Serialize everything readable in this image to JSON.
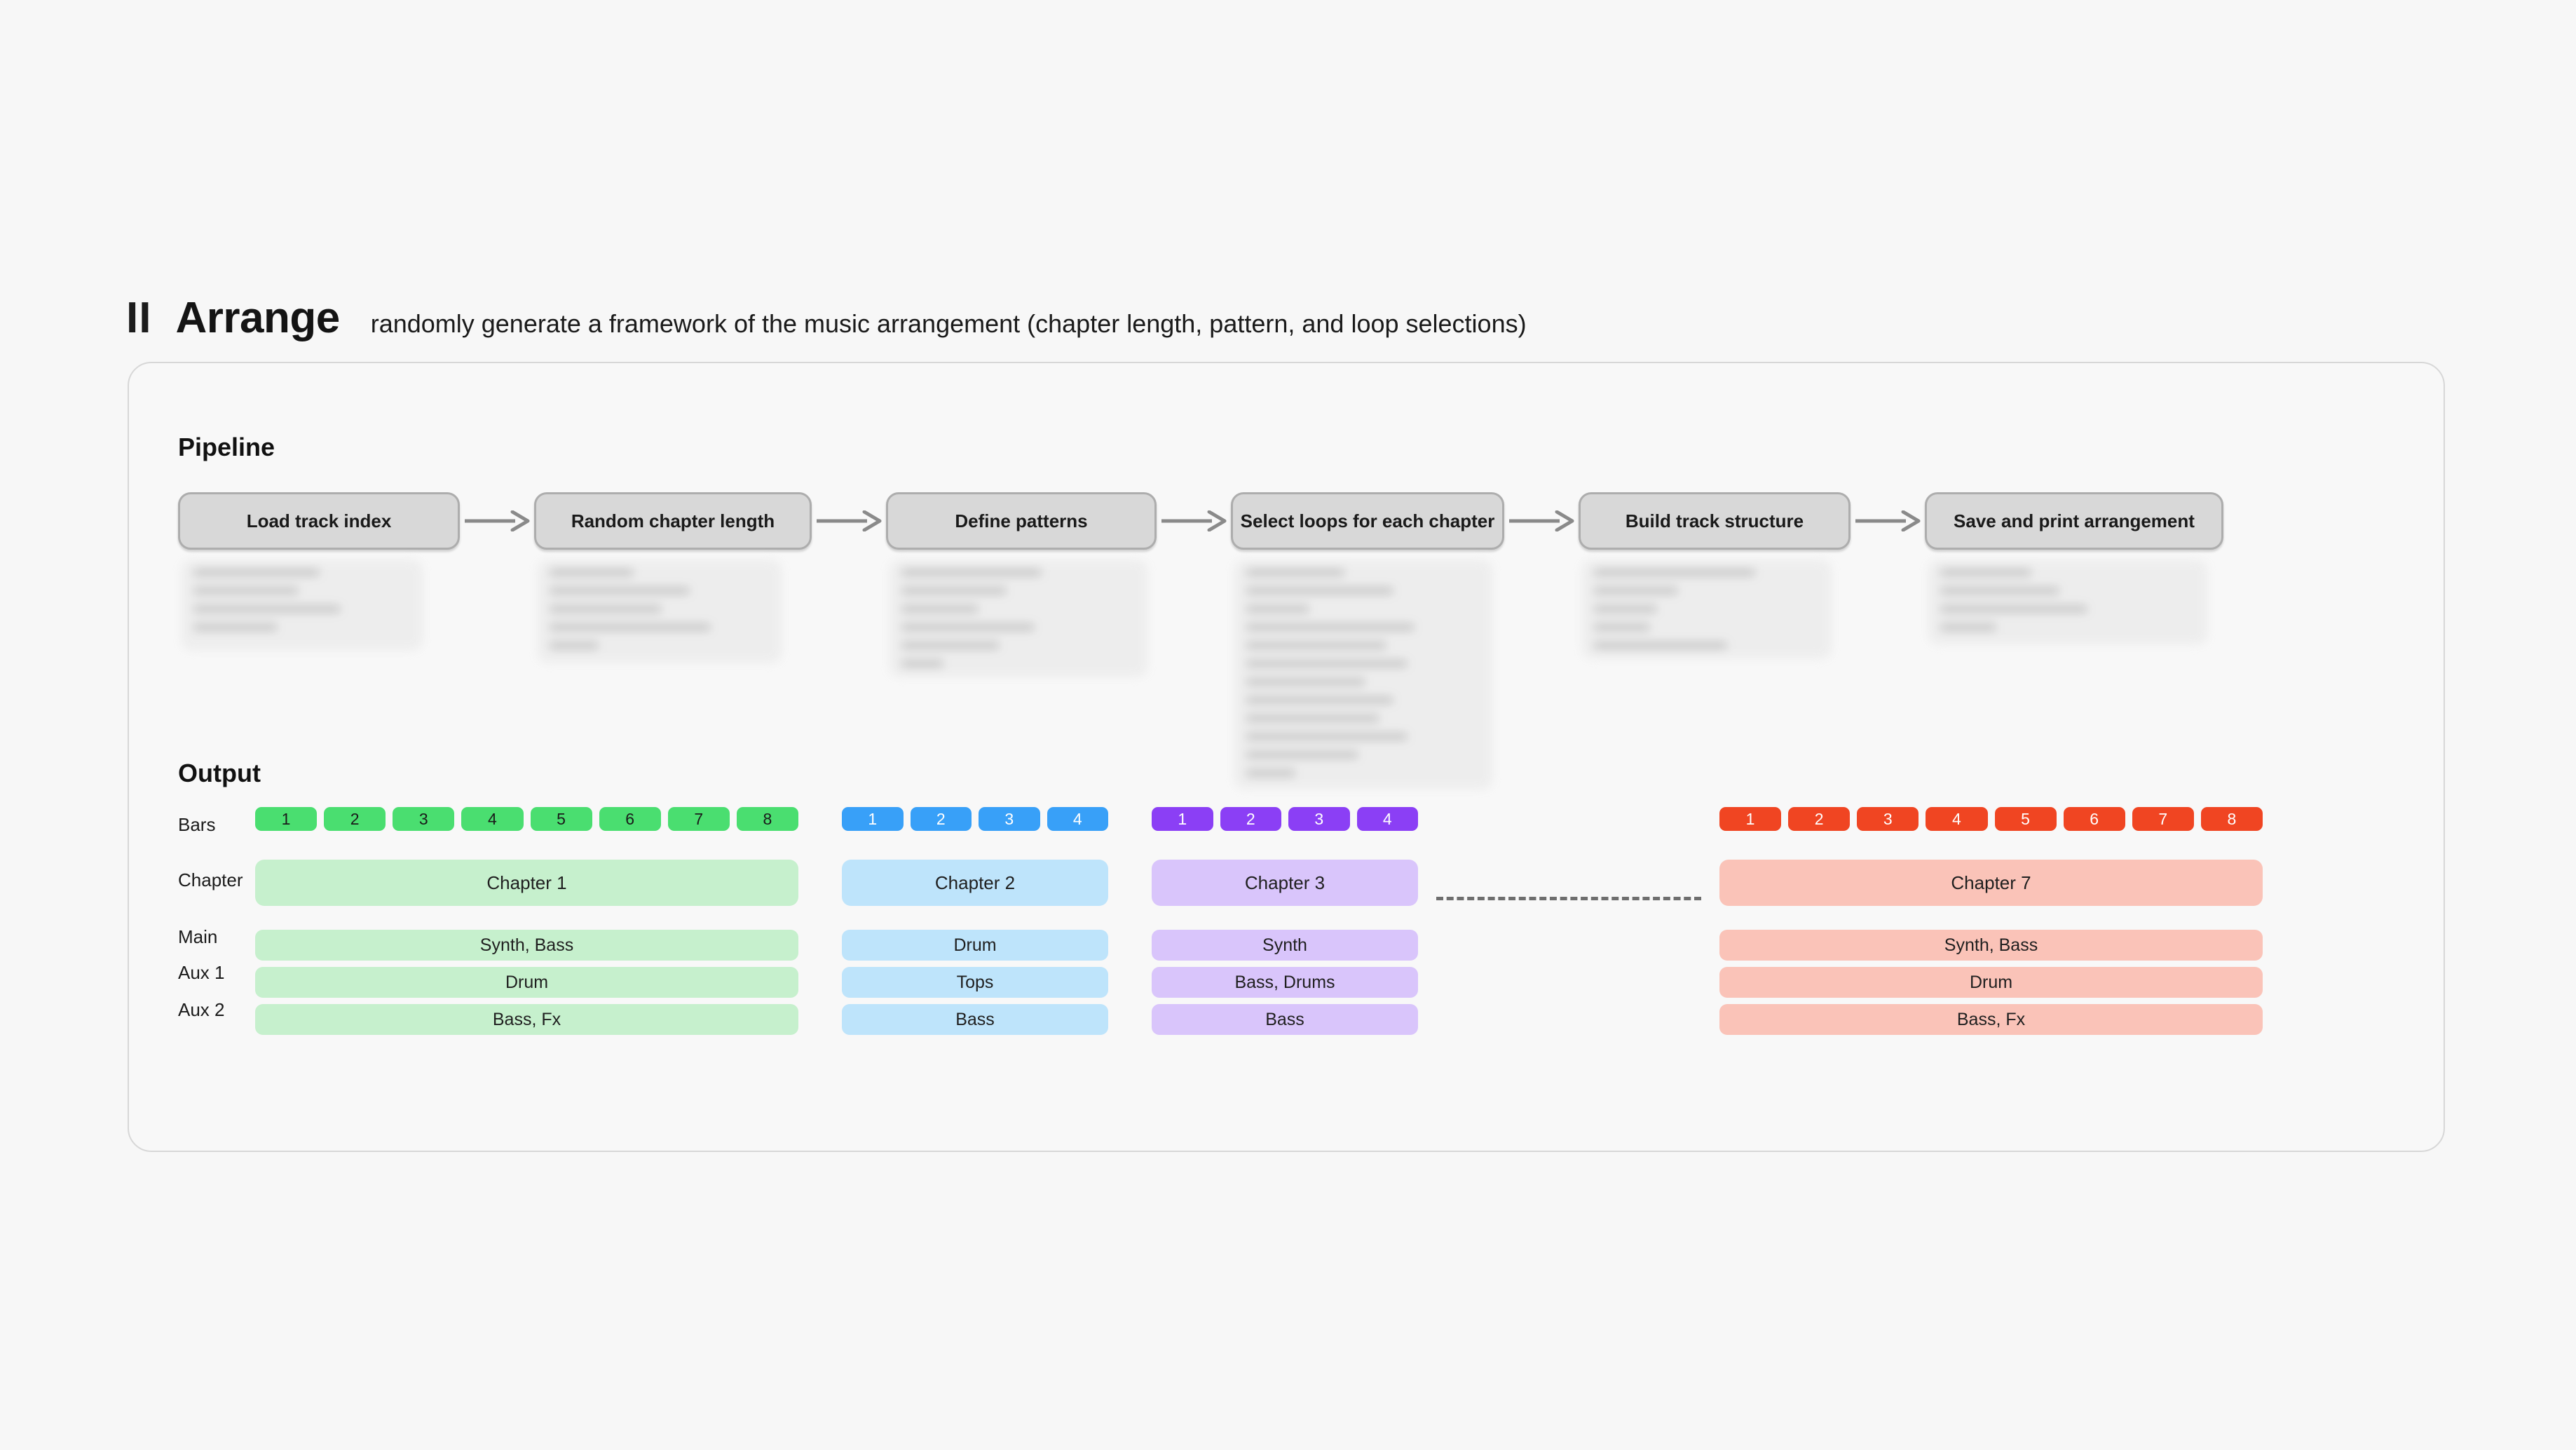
{
  "header": {
    "numeral": "II",
    "title": "Arrange",
    "subtitle": "randomly generate a framework of the music arrangement (chapter length, pattern, and loop selections)"
  },
  "card": {
    "pipeline_heading": "Pipeline",
    "output_heading": "Output"
  },
  "pipeline": {
    "stages": [
      {
        "label": "Load track index"
      },
      {
        "label": "Random chapter length"
      },
      {
        "label": "Define patterns"
      },
      {
        "label": "Select loops for each chapter"
      },
      {
        "label": "Build track structure"
      },
      {
        "label": "Save and print arrangement"
      }
    ]
  },
  "output": {
    "row_labels": {
      "bars": "Bars",
      "chapter": "Chapter",
      "main": "Main",
      "aux1": "Aux 1",
      "aux2": "Aux 2"
    },
    "colors": {
      "green_bar": "#4ade70",
      "green_fill": "#c6f0cd",
      "blue_bar": "#38a0f8",
      "blue_fill": "#bee4fb",
      "purple_bar": "#8b3ff5",
      "purple_fill": "#d9c5fb",
      "red_bar": "#f04522",
      "red_fill": "#fac3b8"
    },
    "chapters": [
      {
        "name": "Chapter 1",
        "bars": [
          "1",
          "2",
          "3",
          "4",
          "5",
          "6",
          "7",
          "8"
        ],
        "bar_color": "#4ade70",
        "bar_text_color": "#1a1a1a",
        "fill_color": "#c6f0cd",
        "tracks": {
          "main": "Synth, Bass",
          "aux1": "Drum",
          "aux2": "Bass, Fx"
        }
      },
      {
        "name": "Chapter 2",
        "bars": [
          "1",
          "2",
          "3",
          "4"
        ],
        "bar_color": "#38a0f8",
        "bar_text_color": "#ffffff",
        "fill_color": "#bee4fb",
        "tracks": {
          "main": "Drum",
          "aux1": "Tops",
          "aux2": "Bass"
        }
      },
      {
        "name": "Chapter 3",
        "bars": [
          "1",
          "2",
          "3",
          "4"
        ],
        "bar_color": "#8b3ff5",
        "bar_text_color": "#ffffff",
        "fill_color": "#d9c5fb",
        "tracks": {
          "main": "Synth",
          "aux1": "Bass, Drums",
          "aux2": "Bass"
        }
      },
      {
        "name": "Chapter 7",
        "bars": [
          "1",
          "2",
          "3",
          "4",
          "5",
          "6",
          "7",
          "8"
        ],
        "bar_color": "#f04522",
        "bar_text_color": "#ffffff",
        "fill_color": "#fac3b8",
        "tracks": {
          "main": "Synth, Bass",
          "aux1": "Drum",
          "aux2": "Bass, Fx"
        }
      }
    ]
  }
}
